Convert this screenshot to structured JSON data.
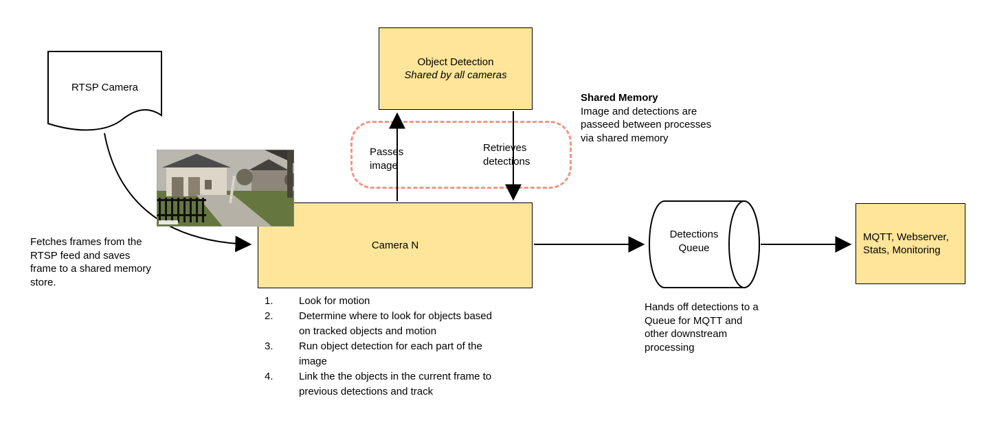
{
  "nodes": {
    "rtsp_camera": {
      "label": "RTSP Camera"
    },
    "object_detection": {
      "title": "Object Detection",
      "subtitle": "Shared by all cameras"
    },
    "camera_n": {
      "label": "Camera N"
    },
    "detections_queue": {
      "label": "Detections Queue"
    },
    "outputs": {
      "label": "MQTT, Webserver, Stats, Monitoring"
    }
  },
  "edges": {
    "passes_image": "Passes image",
    "retrieves_detections": "Retrieves detections"
  },
  "notes": {
    "shared_memory_title": "Shared Memory",
    "shared_memory_body": "Image and detections are passeed between processes via shared memory",
    "fetch": "Fetches frames from the RTSP feed and saves frame to a shared memory store.",
    "handoff": "Hands off detections to a Queue for MQTT and other downstream processing"
  },
  "camera_steps": [
    {
      "num": "1.",
      "text": "Look for motion"
    },
    {
      "num": "2.",
      "text": "Determine where to look for objects based on tracked objects and motion"
    },
    {
      "num": "3.",
      "text": "Run object detection for each part of the image"
    },
    {
      "num": "4.",
      "text": "Link the the objects in the current frame to previous detections and track"
    }
  ],
  "colors": {
    "box_fill": "#FFE599",
    "box_border": "#000000",
    "shared_memory_stroke": "#F19584"
  }
}
